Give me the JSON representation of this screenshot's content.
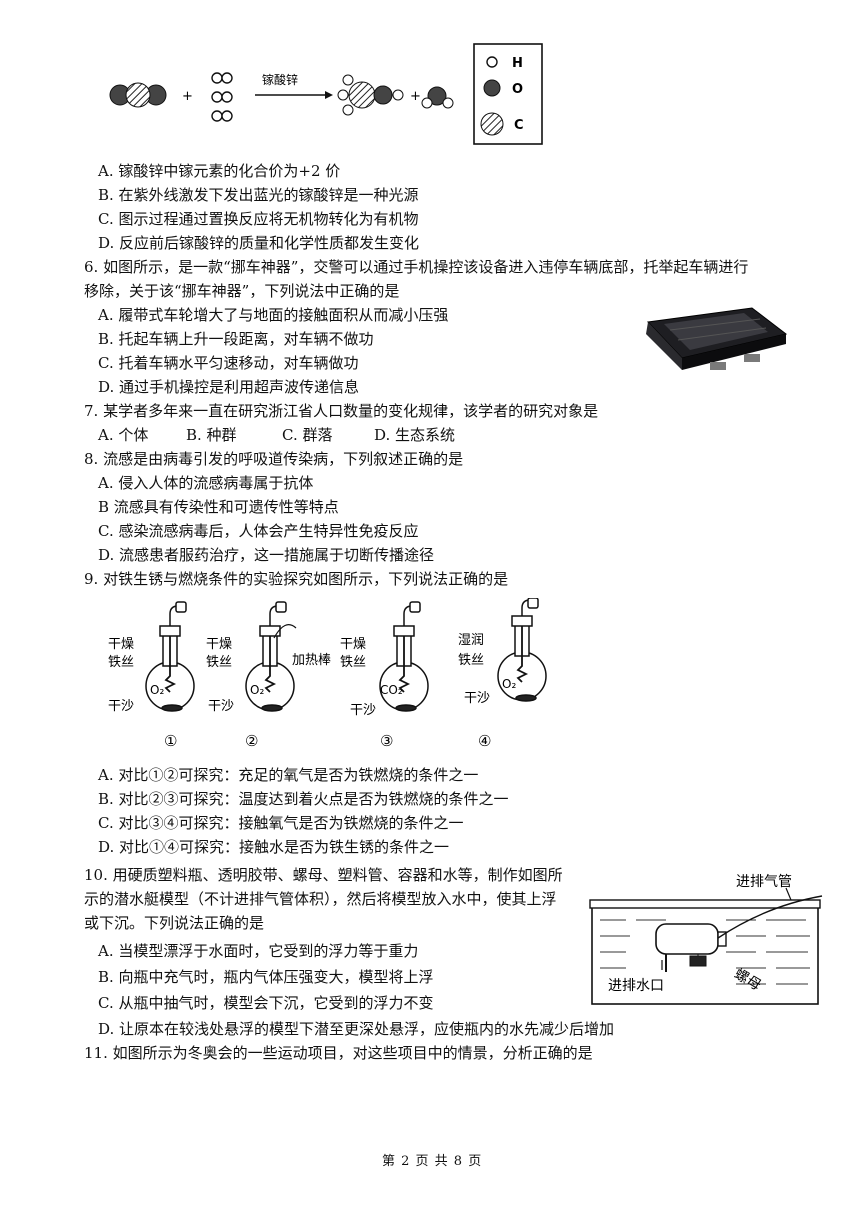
{
  "top_reaction": {
    "catalyst_label": "镓酸锌",
    "plus": "+",
    "legend": {
      "h": "H",
      "o": "O",
      "c": "C"
    }
  },
  "q5_options": [
    "A. 镓酸锌中镓元素的化合价为+2 价",
    "B. 在紫外线激发下发出蓝光的镓酸锌是一种光源",
    "C. 图示过程通过置换反应将无机物转化为有机物",
    "D. 反应前后镓酸锌的质量和化学性质都发生变化"
  ],
  "q6": {
    "stem_line1": "6. 如图所示，是一款“挪车神器”，交警可以通过手机操控该设备进入违停车辆底部，托举起车辆进行",
    "stem_line2": "移除，关于该“挪车神器”，下列说法中正确的是",
    "options": [
      "A. 履带式车轮增大了与地面的接触面积从而减小压强",
      "B. 托起车辆上升一段距离，对车辆不做功",
      "C. 托着车辆水平匀速移动，对车辆做功",
      "D. 通过手机操控是利用超声波传递信息"
    ]
  },
  "q7": {
    "stem": "7. 某学者多年来一直在研究浙江省人口数量的变化规律，该学者的研究对象是",
    "options": [
      "A. 个体",
      "B. 种群",
      "C. 群落",
      "D. 生态系统"
    ]
  },
  "q8": {
    "stem": "8. 流感是由病毒引发的呼吸道传染病，下列叙述正确的是",
    "options": [
      "A. 侵入人体的流感病毒属于抗体",
      "B  流感具有传染性和可遗传性等特点",
      "C. 感染流感病毒后，人体会产生特异性免疫反应",
      "D. 流感患者服药治疗，这一措施属于切断传播途径"
    ]
  },
  "q9": {
    "stem": "9. 对铁生锈与燃烧条件的实验探究如图所示，下列说法正确的是",
    "figure": {
      "f1": {
        "top": "干燥",
        "wire": "铁丝",
        "gas": "O₂",
        "sand": "干沙",
        "num": "①"
      },
      "f2": {
        "top": "干燥",
        "wire": "铁丝",
        "rod": "加热棒",
        "gas": "O₂",
        "sand": "干沙",
        "num": "②"
      },
      "f3": {
        "top": "干燥",
        "wire": "铁丝",
        "gas": "CO₂",
        "sand": "干沙",
        "num": "③"
      },
      "f4": {
        "top": "湿润",
        "wire": "铁丝",
        "gas": "O₂",
        "sand": "干沙",
        "num": "④"
      }
    },
    "options": [
      "A. 对比①②可探究：充足的氧气是否为铁燃烧的条件之一",
      "B. 对比②③可探究：温度达到着火点是否为铁燃烧的条件之一",
      "C. 对比③④可探究：接触氧气是否为铁燃烧的条件之一",
      "D. 对比①④可探究：接触水是否为铁生锈的条件之一"
    ]
  },
  "q10": {
    "stem_line1": "10. 用硬质塑料瓶、透明胶带、螺母、塑料管、容器和水等，制作如图所",
    "stem_line2": "示的潜水艇模型（不计进排气管体积），然后将模型放入水中，使其上浮",
    "stem_line3": "或下沉。下列说法正确的是",
    "figure": {
      "pipe": "进排气管",
      "inlet": "进排水口",
      "nut": "螺母"
    },
    "options": [
      "A. 当模型漂浮于水面时，它受到的浮力等于重力",
      "B. 向瓶中充气时，瓶内气体压强变大，模型将上浮",
      "C. 从瓶中抽气时，模型会下沉，它受到的浮力不变",
      "D. 让原本在较浅处悬浮的模型下潜至更深处悬浮，应使瓶内的水先减少后增加"
    ]
  },
  "q11": {
    "stem": "11. 如图所示为冬奥会的一些运动项目，对这些项目中的情景，分析正确的是"
  },
  "footer": {
    "page": "第 2 页 共 8 页"
  }
}
